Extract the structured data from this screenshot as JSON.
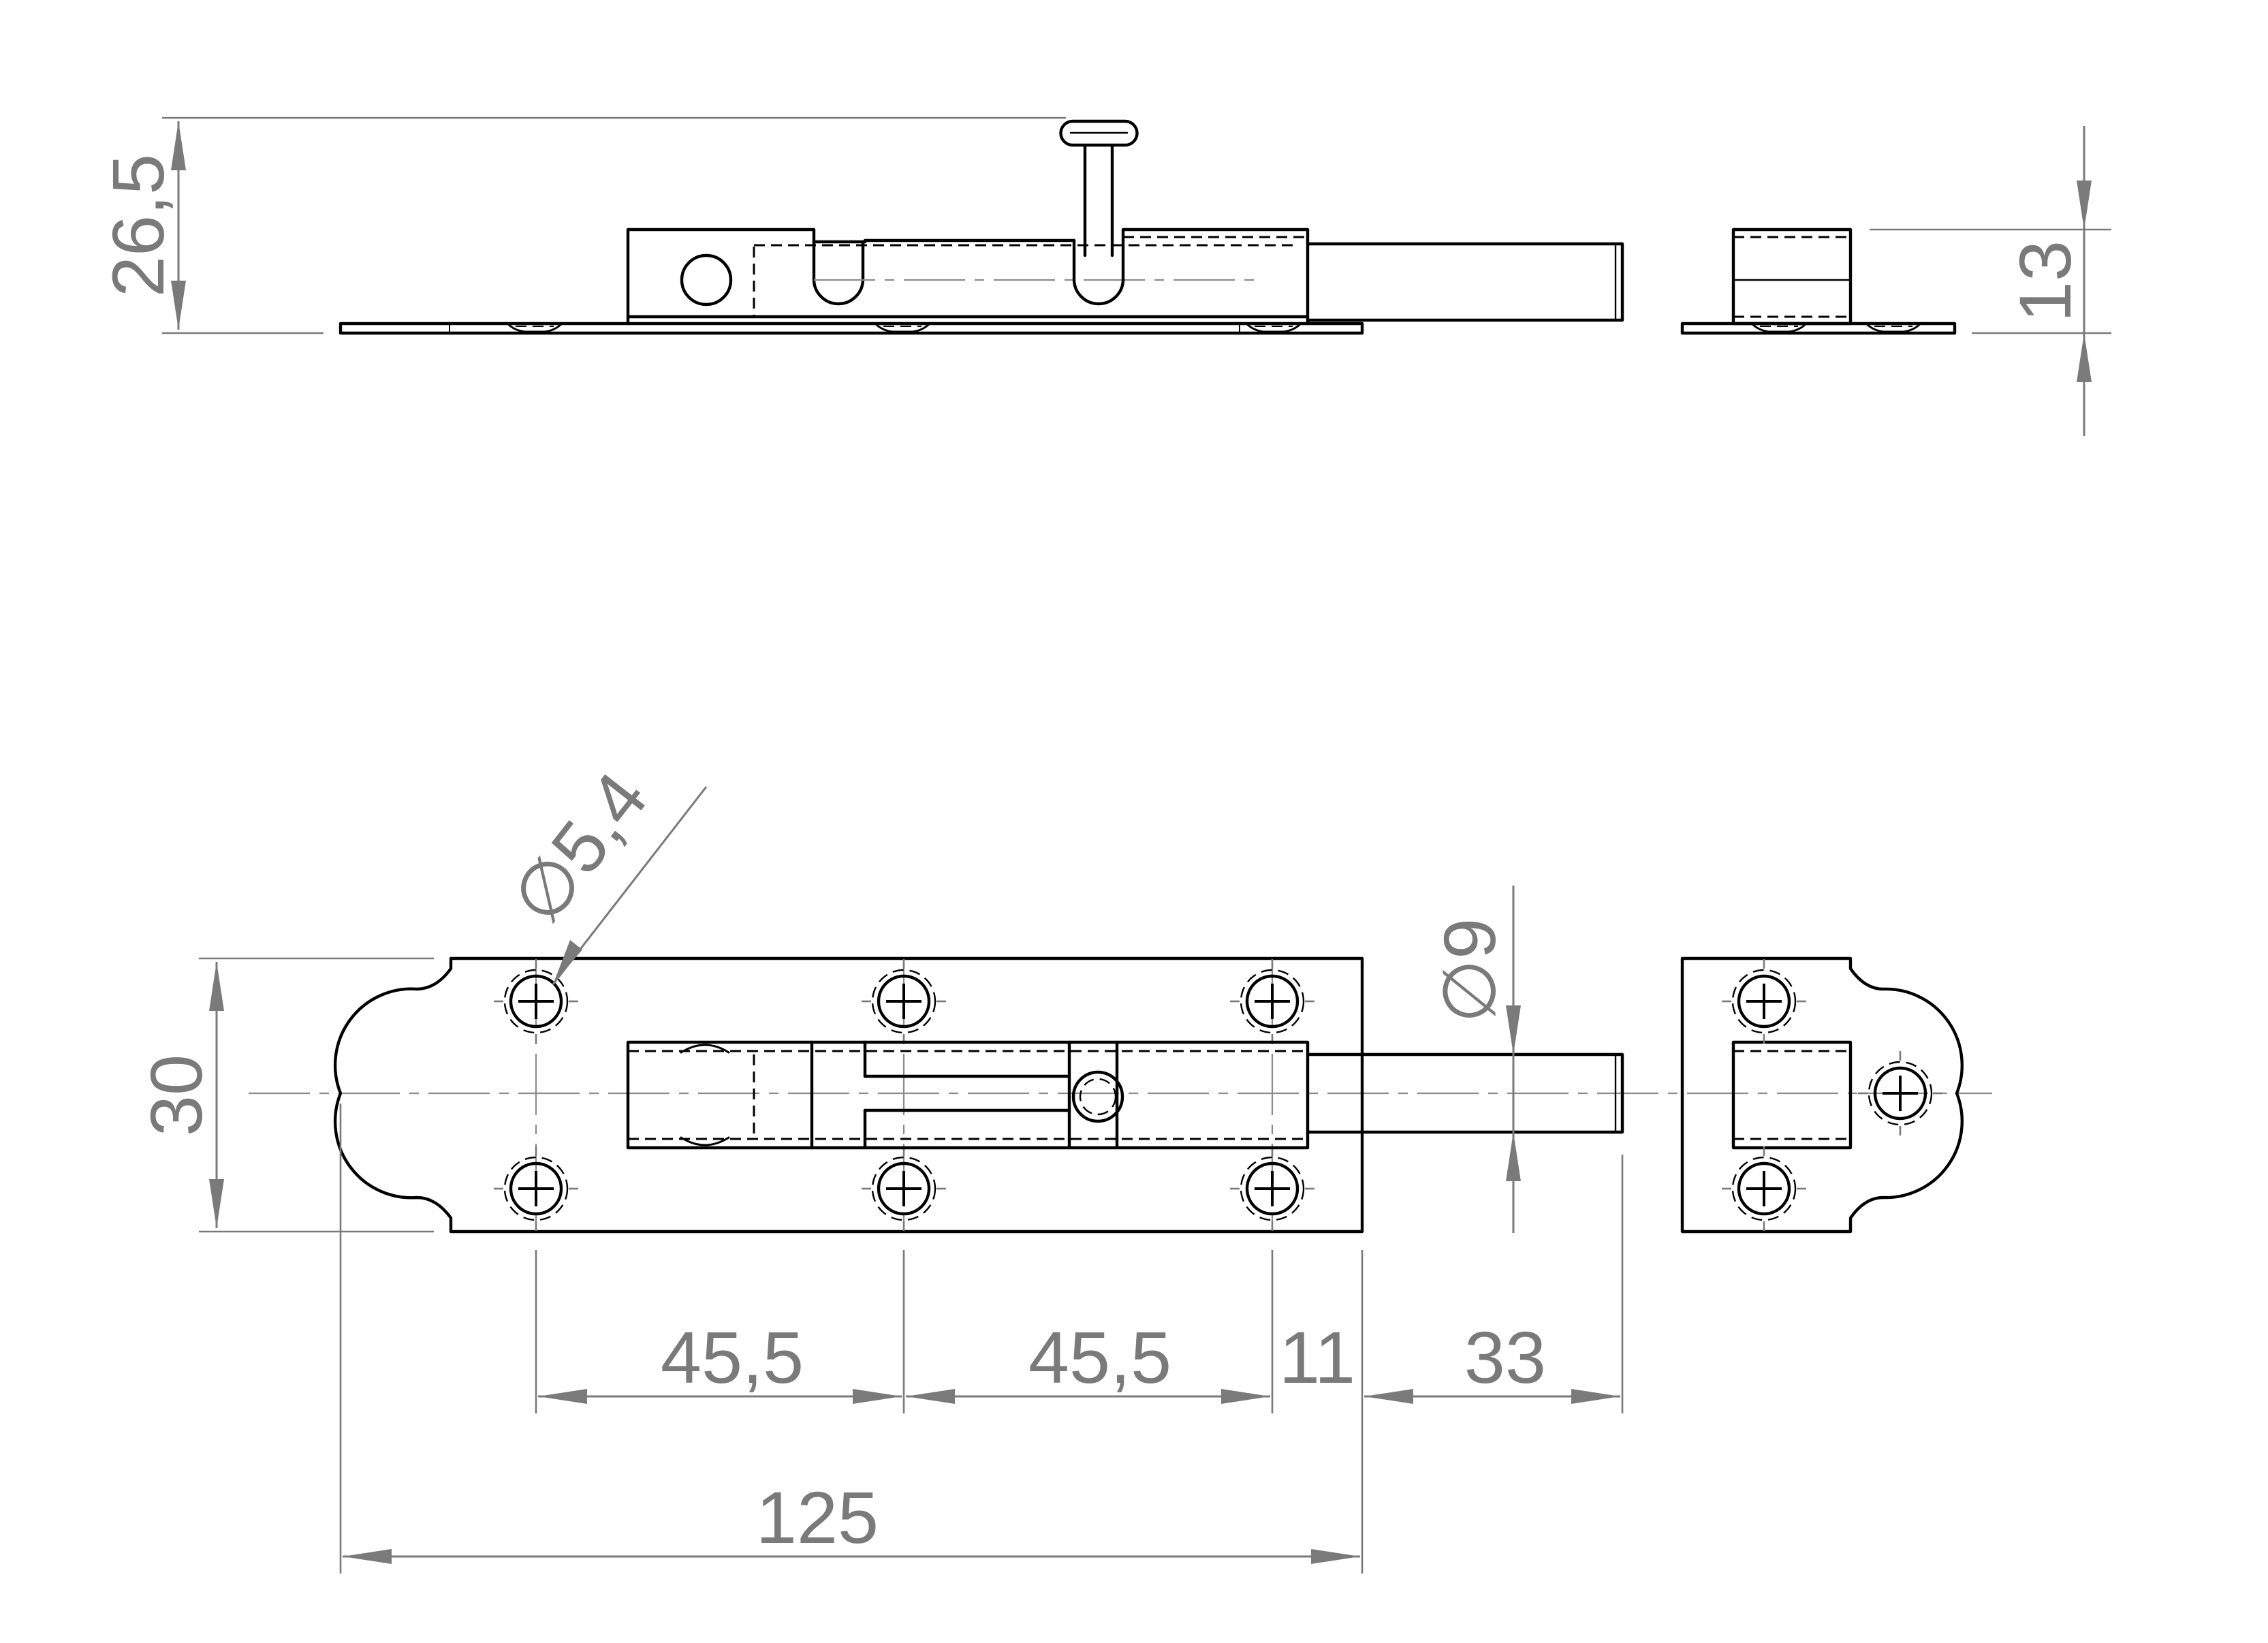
{
  "drawing": {
    "top_view": {
      "overall_height": "26,5",
      "keeper_height": "13"
    },
    "front_view": {
      "plate_height": "30",
      "hole_diameter": "∅5,4",
      "bolt_diameter": "∅9",
      "hole_spacing_1": "45,5",
      "hole_spacing_2": "45,5",
      "hole_to_edge": "11",
      "bolt_projection": "33",
      "overall_length": "125"
    }
  }
}
